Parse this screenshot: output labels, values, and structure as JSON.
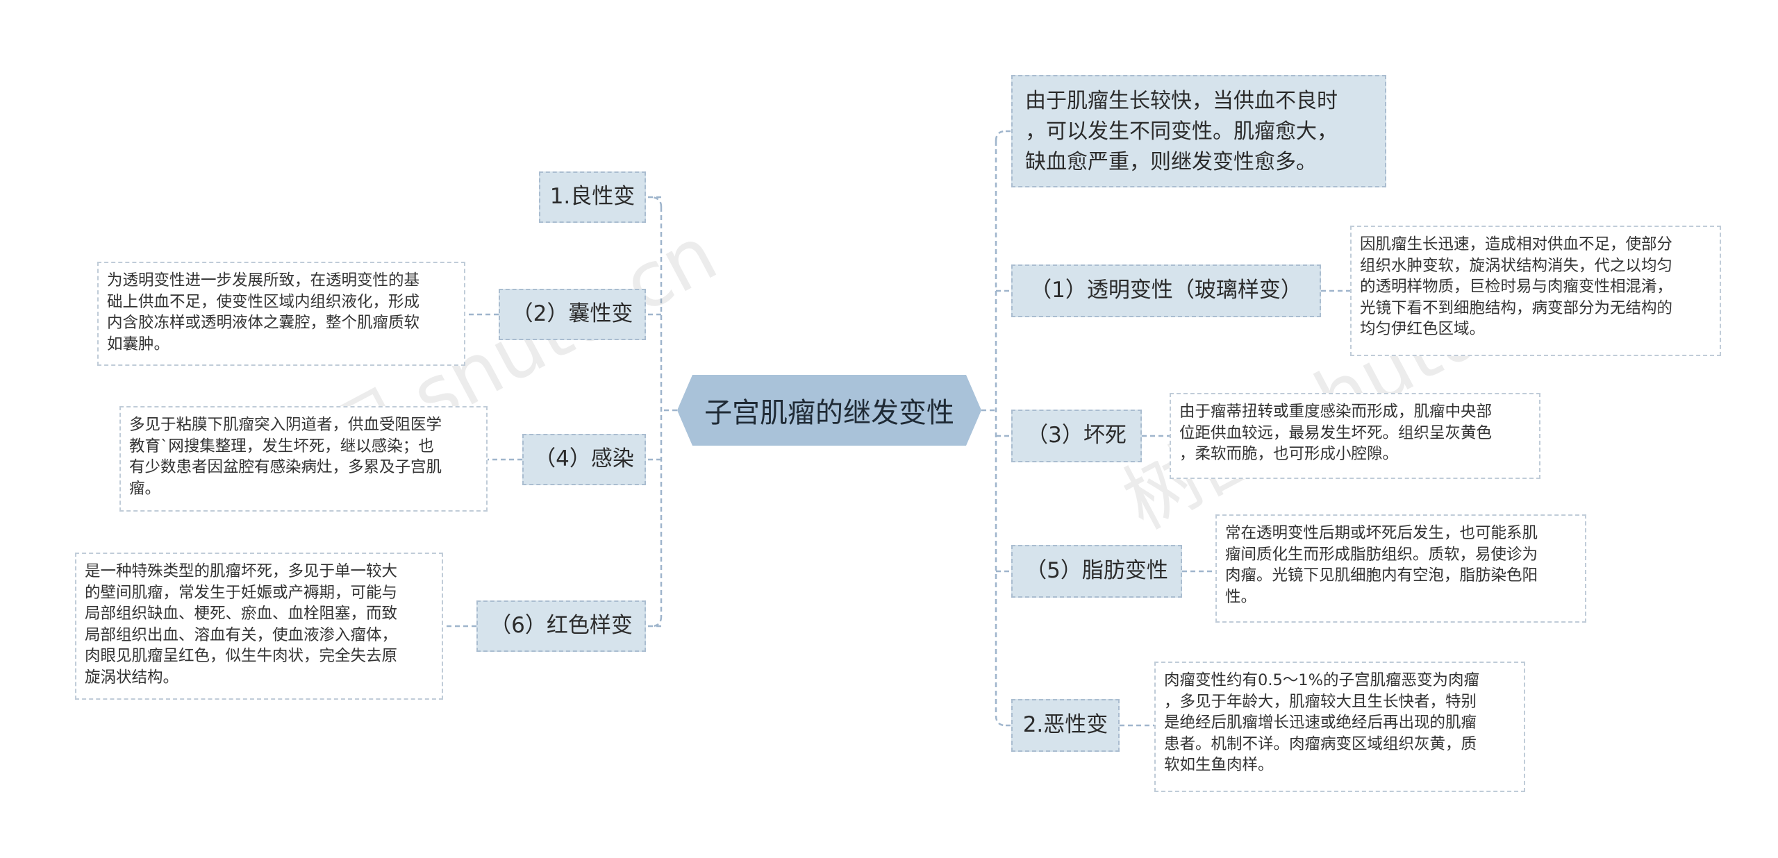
{
  "central": "子宫肌瘤的继发变性",
  "left_branches": [
    {
      "label": "1.良性变",
      "note": ""
    },
    {
      "label": "（2）囊性变",
      "note": "为透明变性进一步发展所致，在透明变性的基\n础上供血不足，使变性区域内组织液化，形成\n内含胶冻样或透明液体之囊腔，整个肌瘤质软\n如囊肿。"
    },
    {
      "label": "（4）感染",
      "note": "多见于粘膜下肌瘤突入阴道者，供血受阻医学\n教育`网搜集整理，发生坏死，继以感染；也\n有少数患者因盆腔有感染病灶，多累及子宫肌\n瘤。"
    },
    {
      "label": "（6）红色样变",
      "note": "是一种特殊类型的肌瘤坏死，多见于单一较大\n的壁间肌瘤，常发生于妊娠或产褥期，可能与\n局部组织缺血、梗死、瘀血、血栓阻塞，而致\n局部组织出血、溶血有关，使血液渗入瘤体，\n肉眼见肌瘤呈红色，似生牛肉状，完全失去原\n旋涡状结构。"
    }
  ],
  "right_intro": "由于肌瘤生长较快，当供血不良时\n，可以发生不同变性。肌瘤愈大，\n缺血愈严重，则继发变性愈多。",
  "right_branches": [
    {
      "label": "（1）透明变性（玻璃样变）",
      "note": "因肌瘤生长迅速，造成相对供血不足，使部分\n组织水肿变软，旋涡状结构消失，代之以均匀\n的透明样物质，巨检时易与肉瘤变性相混淆，\n光镜下看不到细胞结构，病变部分为无结构的\n均匀伊红色区域。"
    },
    {
      "label": "（3）坏死",
      "note": "由于瘤蒂扭转或重度感染而形成，肌瘤中央部\n位距供血较远，最易发生坏死。组织呈灰黄色\n，柔软而脆，也可形成小腔隙。"
    },
    {
      "label": "（5）脂肪变性",
      "note": "常在透明变性后期或坏死后发生，也可能系肌\n瘤间质化生而形成脂肪组织。质软，易使诊为\n肉瘤。光镜下见肌细胞内有空泡，脂肪染色阳\n性。"
    },
    {
      "label": "2.恶性变",
      "note": "肉瘤变性约有0.5～1%的子宫肌瘤恶变为肉瘤\n，多见于年龄大，肌瘤较大且生长快者，特别\n是绝经后肌瘤增长迅速或绝经后再出现的肌瘤\n患者。机制不详。肉瘤病变区域组织灰黄，质\n软如生鱼肉样。"
    }
  ],
  "watermarks": [
    "树图 shutu.cn",
    "树图 shutu.cn"
  ],
  "colors": {
    "central_fill": "#a9c2d9",
    "node_fill": "#d6e3ec",
    "node_border": "#aabdd0",
    "connector": "#9fb5cc",
    "note_border": "#c0ccd8"
  }
}
